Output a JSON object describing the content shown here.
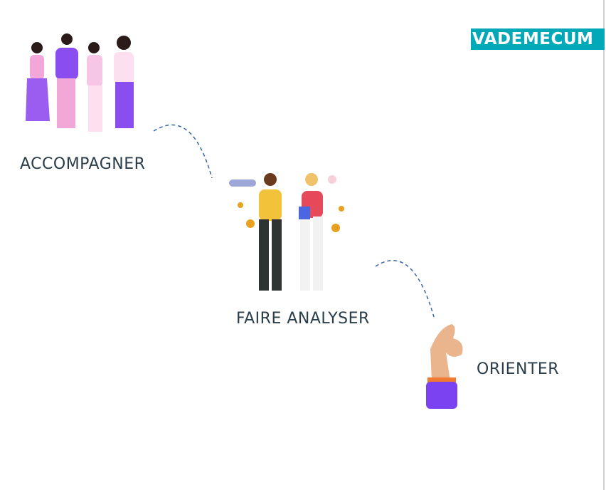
{
  "badge": "VADEMECUM",
  "steps": [
    {
      "label": "ACCOMPAGNER",
      "icon": "group-of-people-illustration"
    },
    {
      "label": "FAIRE ANALYSER",
      "icon": "two-people-talking-illustration"
    },
    {
      "label": "ORIENTER",
      "icon": "hand-gesture-illustration"
    }
  ],
  "colors": {
    "badge": "#00a8b8",
    "text": "#2a3d4a",
    "arc": "#3a64a8"
  }
}
